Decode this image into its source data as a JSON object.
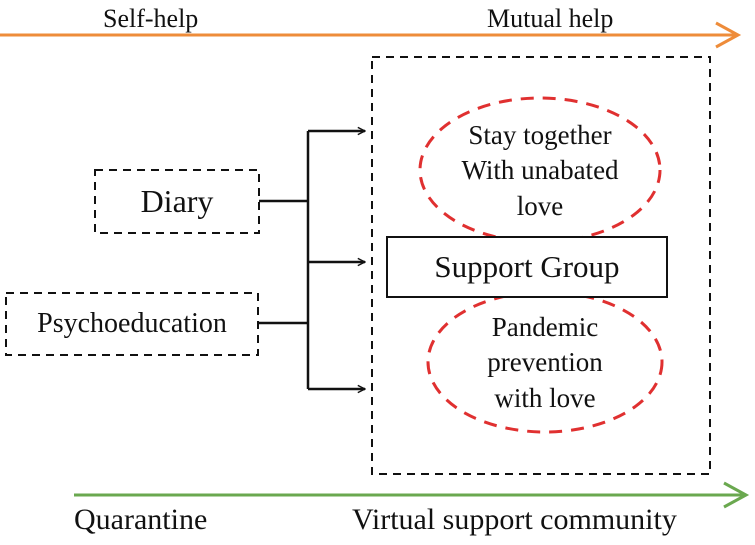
{
  "diagram": {
    "top_axis": {
      "start_label": "Self-help",
      "end_label": "Mutual help",
      "color": "#ee8c3a"
    },
    "bottom_axis": {
      "start_label": "Quarantine",
      "end_label": "Virtual support community",
      "color": "#6aa84f"
    },
    "inputs": {
      "diary": "Diary",
      "psychoeducation": "Psychoeducation"
    },
    "support_group": "Support Group",
    "upper_ellipse": {
      "lines": [
        "Stay together",
        "With unabated",
        "love"
      ]
    },
    "lower_ellipse": {
      "lines": [
        "Pandemic",
        "prevention",
        "with love"
      ]
    },
    "colors": {
      "dashed_ellipse": "#e03030",
      "lines": "#111111"
    }
  }
}
